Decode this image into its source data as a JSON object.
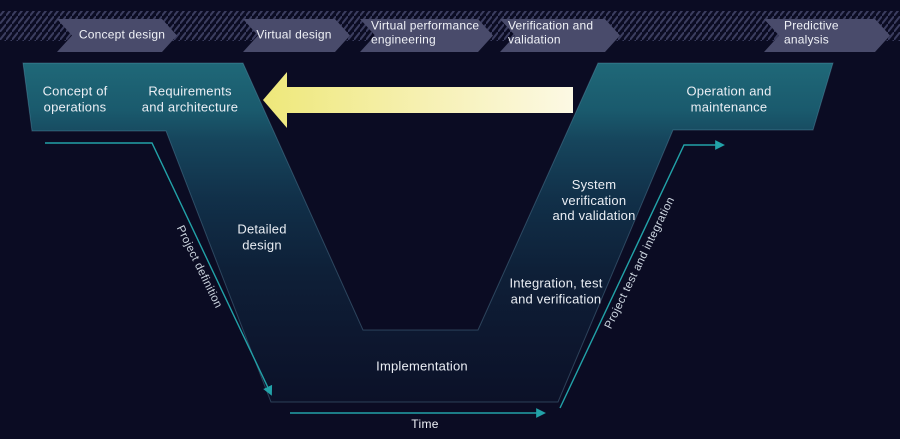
{
  "banner": {
    "segments": [
      {
        "label": "Concept design"
      },
      {
        "label": "Virtual design"
      },
      {
        "label": "Virtual performance\nengineering"
      },
      {
        "label": "Verification and\nvalidation"
      },
      {
        "label": "Predictive\nanalysis"
      }
    ]
  },
  "v_model": {
    "left_block": {
      "label_1": "Concept of\noperations",
      "label_2": "Requirements\nand architecture"
    },
    "left_arm": {
      "label": "Detailed\ndesign"
    },
    "bottom": {
      "label": "Implementation"
    },
    "right_arm": {
      "upper_label": "System\nverification\nand validation",
      "lower_label": "Integration, test\nand verification"
    },
    "right_block": {
      "label": "Operation and\nmaintenance"
    }
  },
  "flow_labels": {
    "left_axis": "Project definition",
    "right_axis": "Project test and integration",
    "time_axis": "Time"
  },
  "icons": {
    "feedback_arrow": "large-left-arrow",
    "axis_arrows": "thin-teal-arrows"
  },
  "colors": {
    "background": "#0b0c23",
    "banner_chevron_fill": "#494b6b",
    "banner_hatch_stripe": "#3b3d5f",
    "v_teal_top": "#1f6878",
    "v_dark_bottom": "#0c1128",
    "accent_teal": "#22a2a8",
    "feedback_arrow_yellow": "#eee87a",
    "feedback_arrow_pale": "#fcf9e4",
    "text_light": "#eaeef4"
  }
}
